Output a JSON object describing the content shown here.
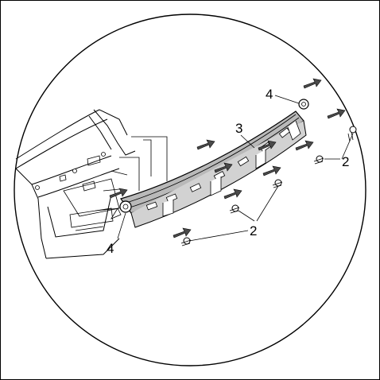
{
  "diagram": {
    "callouts": {
      "bracket": "3",
      "screw": "2",
      "nut": "4"
    },
    "colors": {
      "outline": "#000000",
      "trim_fill": "#b9b9b9",
      "arrow_fill": "#4a4a4a",
      "background": "#ffffff"
    }
  }
}
